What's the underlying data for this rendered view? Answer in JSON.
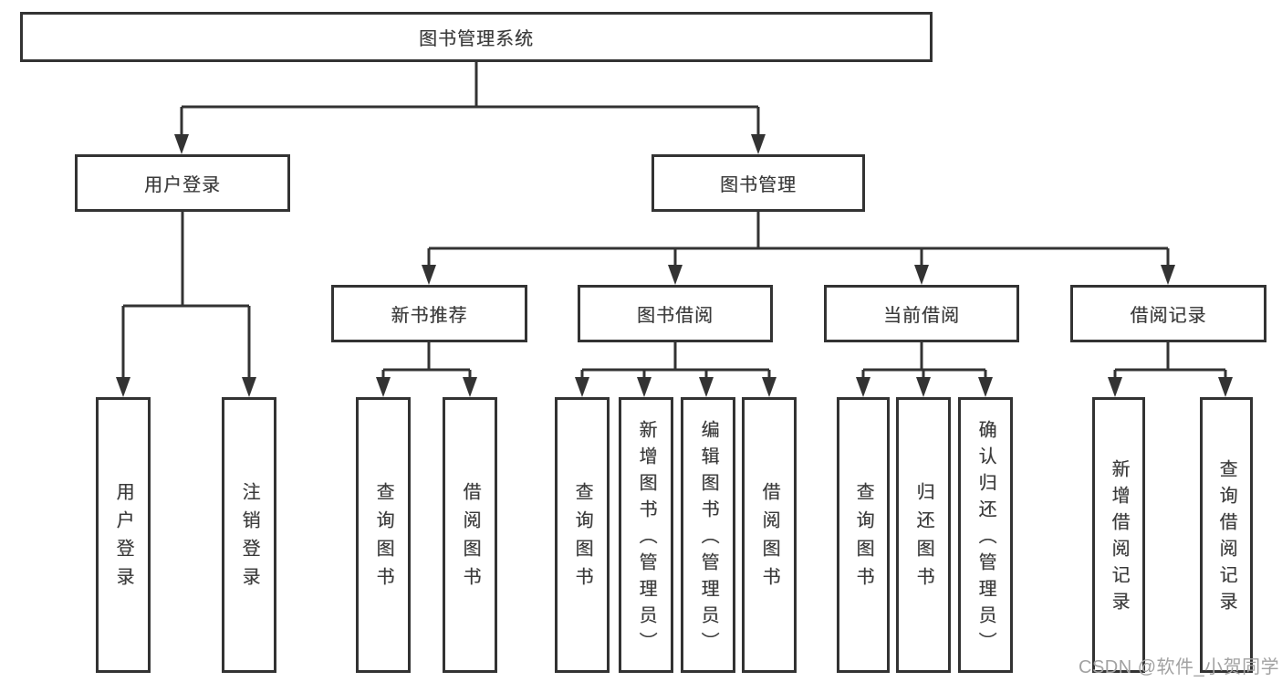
{
  "diagram": {
    "root": "图书管理系统",
    "level2": [
      {
        "label": "用户登录"
      },
      {
        "label": "图书管理"
      }
    ],
    "level3": [
      {
        "label": "新书推荐"
      },
      {
        "label": "图书借阅"
      },
      {
        "label": "当前借阅"
      },
      {
        "label": "借阅记录"
      }
    ],
    "leaves": {
      "user_login": [
        "用户登录",
        "注销登录"
      ],
      "new_book": [
        "查询图书",
        "借阅图书"
      ],
      "book_borrow": [
        "查询图书",
        "新增图书（管理员）",
        "编辑图书（管理员）",
        "借阅图书"
      ],
      "current_borrow": [
        "查询图书",
        "归还图书",
        "确认归还（管理员）"
      ],
      "borrow_records": [
        "新增借阅记录",
        "查询借阅记录"
      ]
    }
  },
  "watermark": "CSDN @软件_小贺同学",
  "colors": {
    "line": "#333333",
    "text": "#3a3a3a",
    "watermark": "#a2a2a2",
    "background": "#ffffff"
  }
}
